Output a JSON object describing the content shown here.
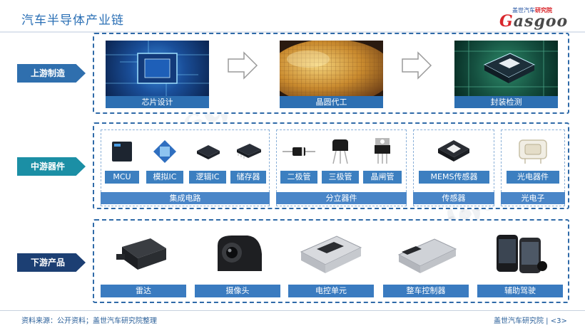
{
  "title": "汽车半导体产业链",
  "logo": {
    "top": "盖世汽车",
    "top_accent": "研究院",
    "main_g": "G",
    "main_rest": "asgoo"
  },
  "watermark": "Gasgoo",
  "colors": {
    "accent": "#2f6fae",
    "teal": "#1b8fa5",
    "navy": "#1c3f73",
    "caption": "#2d6fb2"
  },
  "stages": {
    "upstream": {
      "label": "上游制造",
      "items": [
        {
          "label": "芯片设计",
          "icon": "chip-design-photo"
        },
        {
          "label": "晶圆代工",
          "icon": "wafer-photo"
        },
        {
          "label": "封装检测",
          "icon": "chip-package-photo"
        }
      ]
    },
    "midstream": {
      "label": "中游器件",
      "groups": [
        {
          "name": "集成电路",
          "items": [
            "MCU",
            "模拟IC",
            "逻辑IC",
            "储存器"
          ]
        },
        {
          "name": "分立器件",
          "items": [
            "二极管",
            "三极管",
            "晶闸管"
          ]
        },
        {
          "name": "传感器",
          "items": [
            "MEMS传感器"
          ]
        },
        {
          "name": "光电子",
          "items": [
            "光电器件"
          ]
        }
      ]
    },
    "downstream": {
      "label": "下游产品",
      "items": [
        "雷达",
        "摄像头",
        "电控单元",
        "整车控制器",
        "辅助驾驶"
      ]
    }
  },
  "footer": {
    "source": "资料来源：公开资料；盖世汽车研究院整理",
    "org": "盖世汽车研究院",
    "page": "<3>"
  }
}
